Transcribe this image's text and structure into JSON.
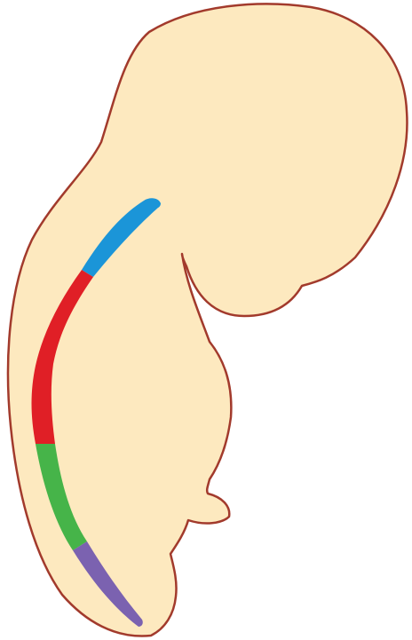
{
  "colors": {
    "background": "#ffffff",
    "body_fill": "#fde9bf",
    "outline": "#a23a2c"
  },
  "segments": [
    {
      "id": "cervical",
      "color": "#1b95d8"
    },
    {
      "id": "thoracic",
      "color": "#e01f26"
    },
    {
      "id": "lumbar",
      "color": "#46b449"
    },
    {
      "id": "sacral",
      "color": "#7b62b0"
    }
  ]
}
